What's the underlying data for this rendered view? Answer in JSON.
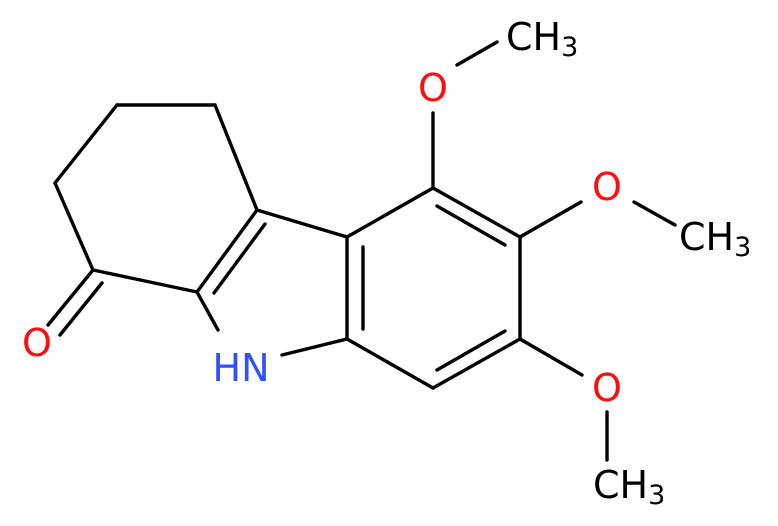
{
  "colors": {
    "background": "#ffffff",
    "bond": "#000000",
    "oxygen": "#ff0d0d",
    "nitrogen": "#3050f8",
    "carbon_label": "#000000"
  },
  "labels": {
    "ketone_o": "O",
    "nh": "HN",
    "ome_o_top": "O",
    "ome_o_mid": "O",
    "ome_o_bot": "O",
    "ch3_top": "CH",
    "ch3_top_sub": "3",
    "ch3_mid": "CH",
    "ch3_mid_sub": "3",
    "ch3_bot": "CH",
    "ch3_bot_sub": "3"
  }
}
